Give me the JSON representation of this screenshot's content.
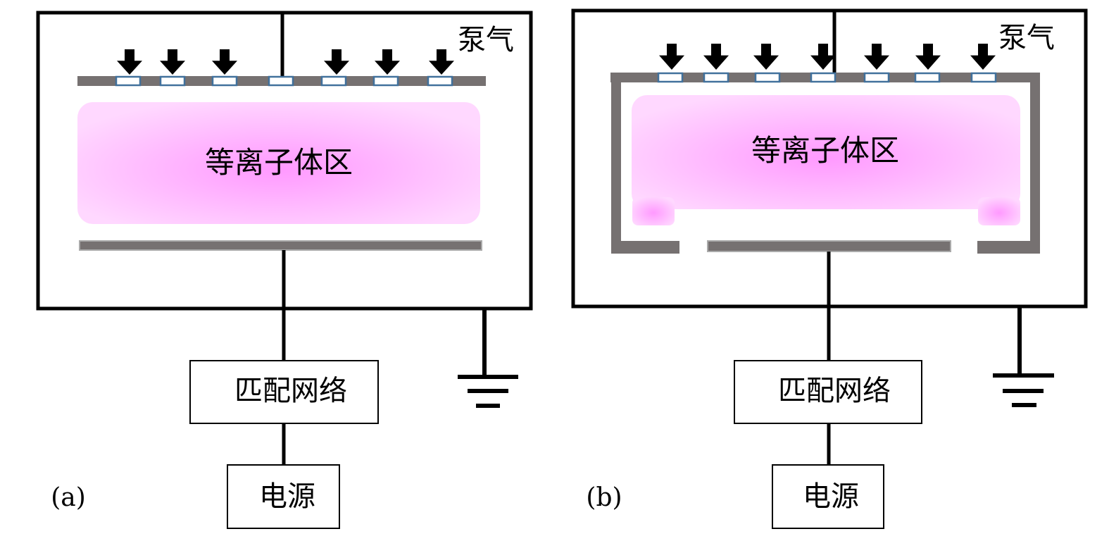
{
  "panels": [
    {
      "label": "(a)",
      "pump_label": "泵气",
      "plasma_label": "等离子体区",
      "matching_label": "匹配网络",
      "power_label": "电源"
    },
    {
      "label": "(b)",
      "pump_label": "泵气",
      "plasma_label": "等离子体区",
      "matching_label": "匹配网络",
      "power_label": "电源"
    }
  ],
  "colors": {
    "plate": "#767171",
    "window_border": "#41719c",
    "plasma_center": "#ff99ff",
    "plasma_edge": "#ffe0ff"
  }
}
